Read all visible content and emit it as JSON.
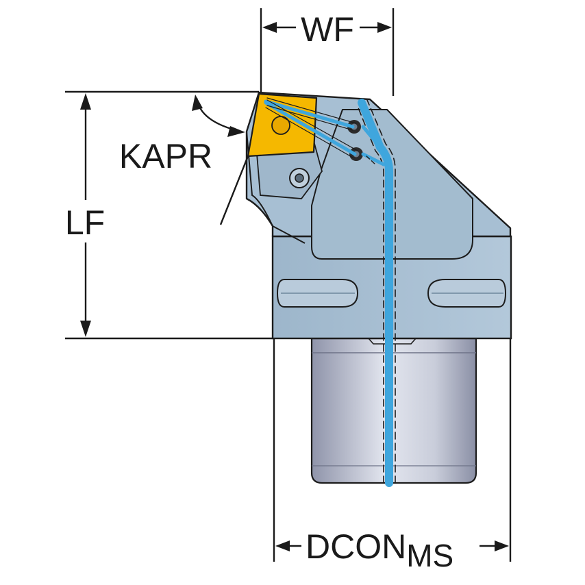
{
  "labels": {
    "wf": "WF",
    "kapr": "KAPR",
    "lf": "LF",
    "dcon": "DCON",
    "dcon_subscript": "MS"
  },
  "colors": {
    "body": "#a7bfd3",
    "body_shadow": "#7f9bb4",
    "body_outline": "#1c1c1c",
    "insert": "#f5b800",
    "coolant": "#3fa6dd",
    "shank_light": "#d9dde8",
    "shank_dark": "#8e93a8",
    "dimension_lines": "#1a1a1a"
  }
}
